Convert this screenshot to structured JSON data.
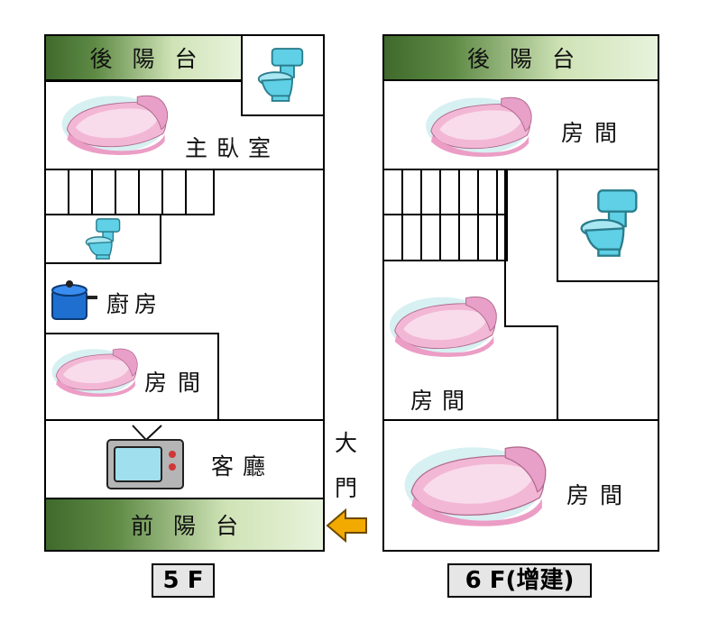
{
  "left": {
    "rear_balcony": "後陽台",
    "master_bedroom": "主臥室",
    "kitchen": "廚房",
    "room": "房間",
    "living_room": "客廳",
    "front_balcony": "前陽台",
    "floor_label": "5 F"
  },
  "entrance": {
    "text_1": "大",
    "text_2": "門"
  },
  "right": {
    "rear_balcony": "後陽台",
    "room_top": "房間",
    "room_middle": "房間",
    "room_bottom": "房間",
    "floor_label": "6 F(增建)"
  },
  "icons": [
    "bed-icon",
    "toilet-icon",
    "pot-icon",
    "tv-icon",
    "arrow-icon"
  ],
  "colors": {
    "balcony_dark": "#3f6a2c",
    "balcony_light": "#e8f3dc",
    "arrow": "#f2a900",
    "pot": "#1e6fd0"
  }
}
